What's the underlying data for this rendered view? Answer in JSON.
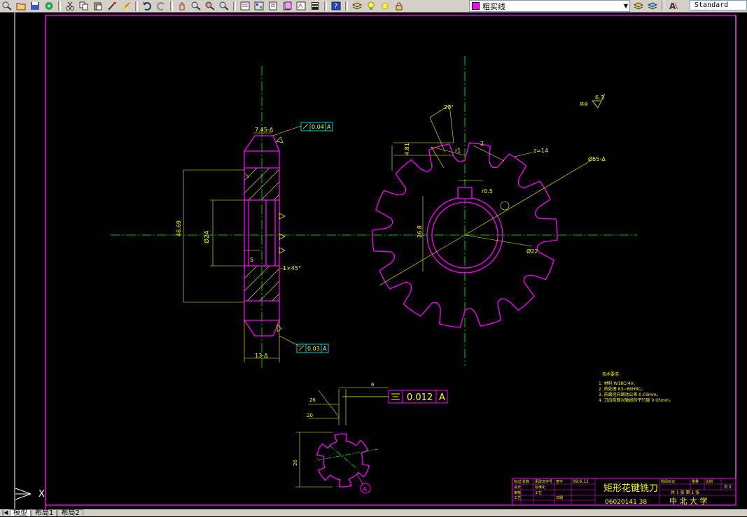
{
  "toolbar": {
    "layer_name": "粗实线",
    "text_style": "Standard",
    "colors": {
      "magenta": "#ff00ff",
      "yellow": "#ffff00",
      "green": "#00ff00",
      "cyan": "#00ffff"
    }
  },
  "drawing": {
    "dim_4669": "46.69",
    "dim_phi24": "Ø24",
    "dim_5": "5",
    "dim_13": "13-Δ",
    "dim_745": "7.45-Δ",
    "dim_chamfer": "1×45°",
    "tol_004": "0.04",
    "tol_003": "0.03",
    "datum_a": "A",
    "z14": "z=14",
    "dim_phi5512": "Ø55-Δ",
    "dim_phi22": "Ø22",
    "dim_r05": "r0.5",
    "dim_268": "26.8",
    "dim_481": "4.81",
    "dim_2": "2",
    "angle_20": "20°",
    "dim_r1": "r1",
    "roughness_63": "6.3",
    "roughness_prefix": "其余",
    "sym_tol_value": "0.012",
    "sym_tol_datum": "A",
    "datum_circle": "A",
    "dim_6": "6",
    "dim_26": "26",
    "dim_20b": "20",
    "tech_title": "技术要求",
    "notes": [
      "1. 材料 W18Cr4V。",
      "2. 热处理 63~66HRC。",
      "3. 前面径向跳动公差 0.03mm。",
      "4. 刀齿前面对轴线的平行度 0.05mm。"
    ]
  },
  "title_block": {
    "part_name": "矩形花键铣刀",
    "date": "09.6.11",
    "drawing_no": "06020141 38",
    "school": "中 北 大 学",
    "sheet_info": "共 1 张  第 1 张",
    "scale": "2:1"
  },
  "ucs": {
    "label": "X"
  },
  "tabs": [
    {
      "label": "模型"
    },
    {
      "label": "布局1"
    },
    {
      "label": "布局2"
    }
  ]
}
